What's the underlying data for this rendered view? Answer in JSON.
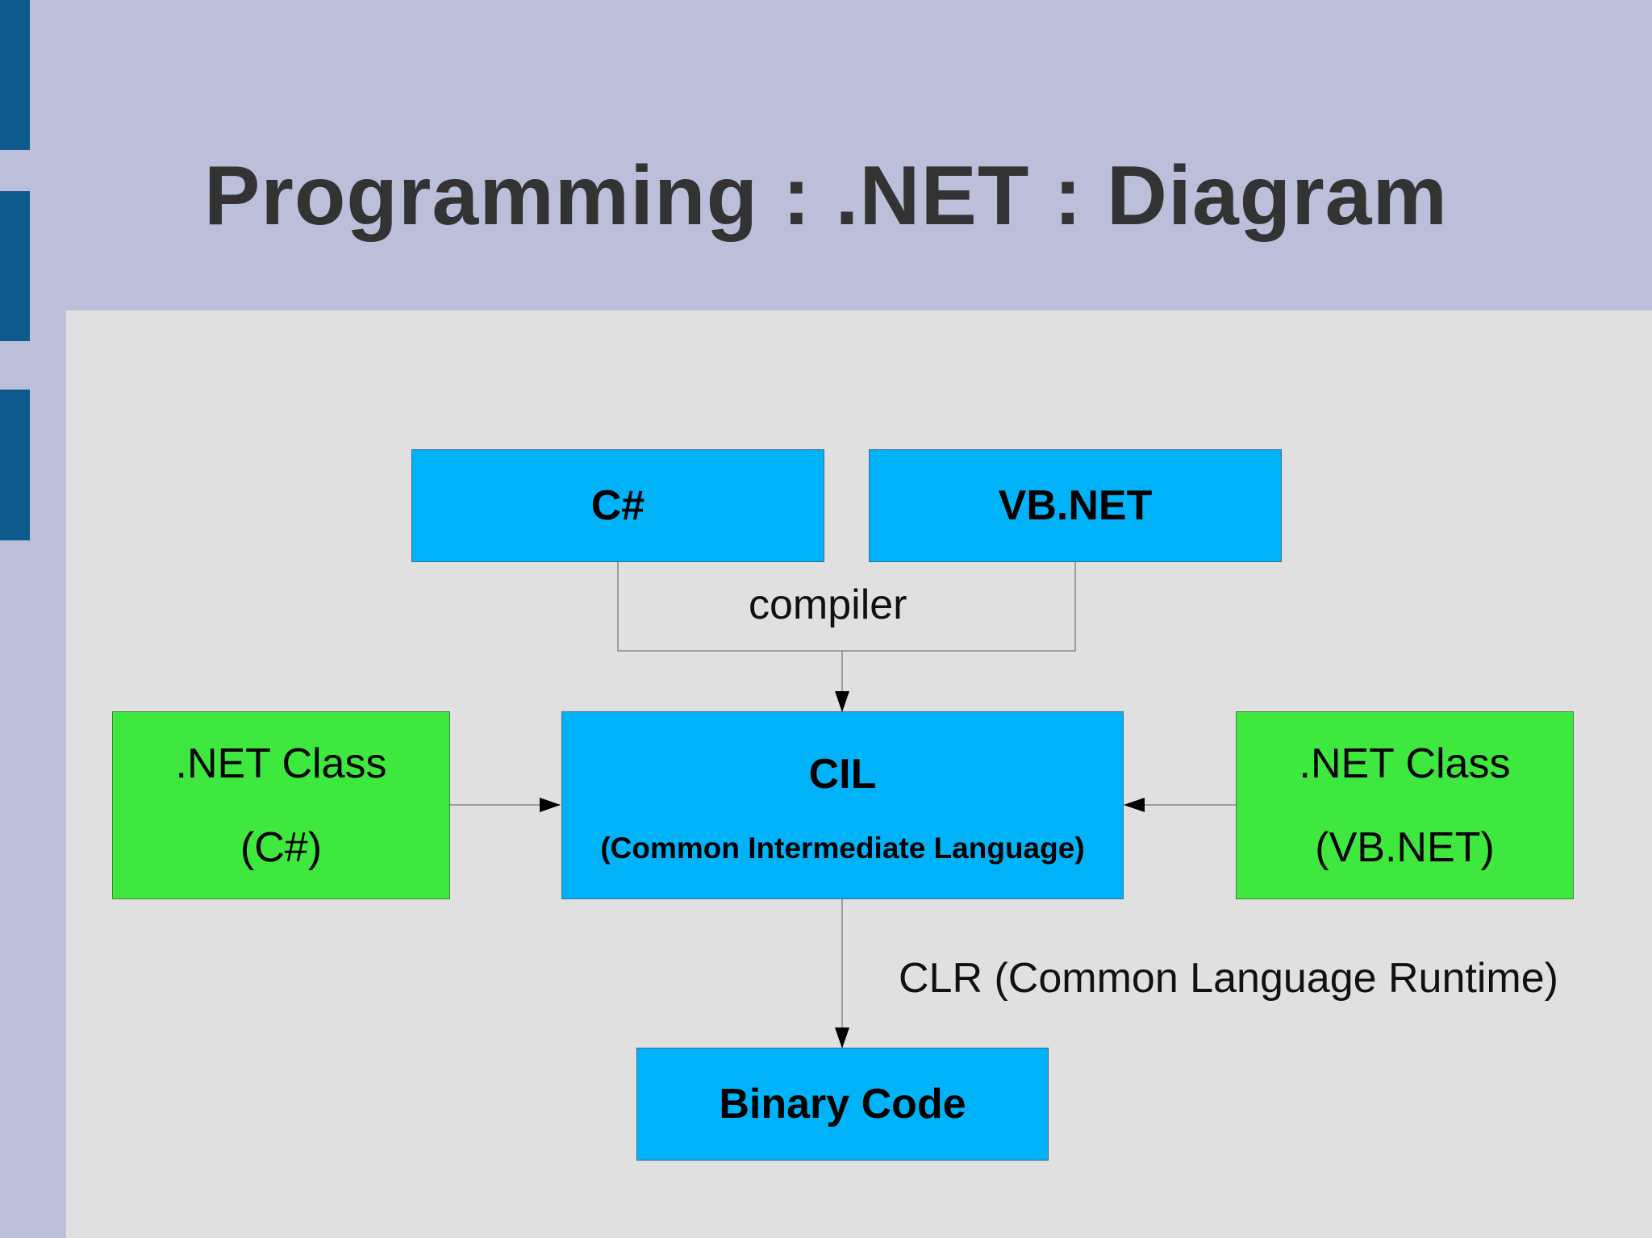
{
  "slide": {
    "title": "Programming : .NET : Diagram"
  },
  "diagram": {
    "nodes": {
      "csharp": {
        "label": "C#"
      },
      "vbnet": {
        "label": "VB.NET"
      },
      "cil": {
        "title": "CIL",
        "subtitle": "(Common Intermediate Language)"
      },
      "net_class_csharp": {
        "line1": ".NET Class",
        "line2": "(C#)"
      },
      "net_class_vbnet": {
        "line1": ".NET Class",
        "line2": "(VB.NET)"
      },
      "binary_code": {
        "label": "Binary Code"
      }
    },
    "edge_labels": {
      "compiler": "compiler",
      "clr": "CLR (Common Language Runtime)"
    }
  },
  "colors": {
    "background": "#bbbfd9",
    "content_area": "#e0e0e0",
    "side_bars": "#0f5a8c",
    "title_text": "#333333",
    "box_blue": "#00b3f8",
    "box_green": "#3ee83e",
    "connector": "#888888",
    "arrowhead": "#000000"
  }
}
